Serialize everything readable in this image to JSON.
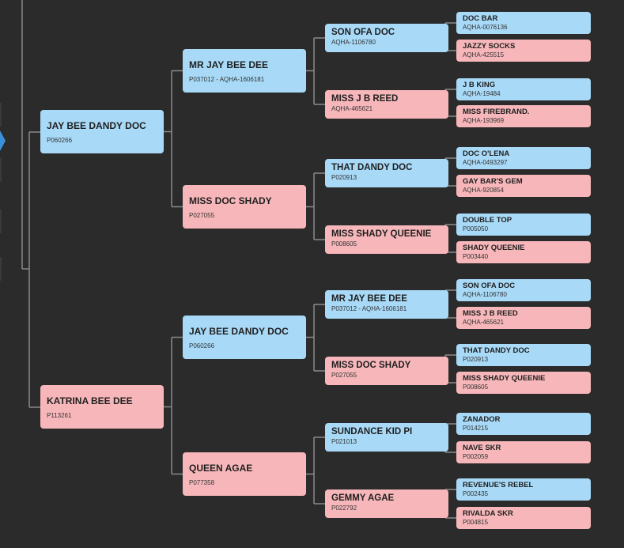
{
  "pedigree": {
    "gen1": [
      {
        "name": "JAY BEE DANDY DOC",
        "reg": "P060266",
        "sex": "m"
      },
      {
        "name": "KATRINA BEE DEE",
        "reg": "P113261",
        "sex": "f"
      }
    ],
    "gen2": [
      {
        "name": "MR JAY BEE DEE",
        "reg": "P037012 - AQHA-1606181",
        "sex": "m"
      },
      {
        "name": "MISS DOC SHADY",
        "reg": "P027055",
        "sex": "f"
      },
      {
        "name": "JAY BEE DANDY DOC",
        "reg": "P060266",
        "sex": "m"
      },
      {
        "name": "QUEEN AGAE",
        "reg": "P077358",
        "sex": "f"
      }
    ],
    "gen3": [
      {
        "name": "SON OFA DOC",
        "reg": "AQHA-1106780",
        "sex": "m"
      },
      {
        "name": "MISS J B REED",
        "reg": "AQHA-465621",
        "sex": "f"
      },
      {
        "name": "THAT DANDY DOC",
        "reg": "P020913",
        "sex": "m"
      },
      {
        "name": "MISS SHADY QUEENIE",
        "reg": "P008605",
        "sex": "f"
      },
      {
        "name": "MR JAY BEE DEE",
        "reg": "P037012 - AQHA-1606181",
        "sex": "m"
      },
      {
        "name": "MISS DOC SHADY",
        "reg": "P027055",
        "sex": "f"
      },
      {
        "name": "SUNDANCE KID PI",
        "reg": "P021013",
        "sex": "m"
      },
      {
        "name": "GEMMY AGAE",
        "reg": "P022792",
        "sex": "f"
      }
    ],
    "gen4": [
      {
        "name": "DOC BAR",
        "reg": "AQHA-0076136",
        "sex": "m"
      },
      {
        "name": "JAZZY SOCKS",
        "reg": "AQHA-425515",
        "sex": "f"
      },
      {
        "name": "J B KING",
        "reg": "AQHA-19484",
        "sex": "m"
      },
      {
        "name": "MISS FIREBRAND.",
        "reg": "AQHA-193969",
        "sex": "f"
      },
      {
        "name": "DOC O'LENA",
        "reg": "AQHA-0493297",
        "sex": "m"
      },
      {
        "name": "GAY BAR'S GEM",
        "reg": "AQHA-920854",
        "sex": "f"
      },
      {
        "name": "DOUBLE TOP",
        "reg": "P005050",
        "sex": "m"
      },
      {
        "name": "SHADY QUEENIE",
        "reg": "P003440",
        "sex": "f"
      },
      {
        "name": "SON OFA DOC",
        "reg": "AQHA-1106780",
        "sex": "m"
      },
      {
        "name": "MISS J B REED",
        "reg": "AQHA-465621",
        "sex": "f"
      },
      {
        "name": "THAT DANDY DOC",
        "reg": "P020913",
        "sex": "m"
      },
      {
        "name": "MISS SHADY QUEENIE",
        "reg": "P008605",
        "sex": "f"
      },
      {
        "name": "ZANADOR",
        "reg": "P014215",
        "sex": "m"
      },
      {
        "name": "NAVE SKR",
        "reg": "P002059",
        "sex": "f"
      },
      {
        "name": "REVENUE'S REBEL",
        "reg": "P002435",
        "sex": "m"
      },
      {
        "name": "RIVALDA SKR",
        "reg": "P004815",
        "sex": "f"
      }
    ]
  },
  "colors": {
    "sire": "#a8daf8",
    "dam": "#f7b7ba",
    "background": "#2b2b2b",
    "connector": "#8a8a8a",
    "expand": "#3a8fd9"
  },
  "icons": {
    "expand": "expand-arrow-icon"
  }
}
